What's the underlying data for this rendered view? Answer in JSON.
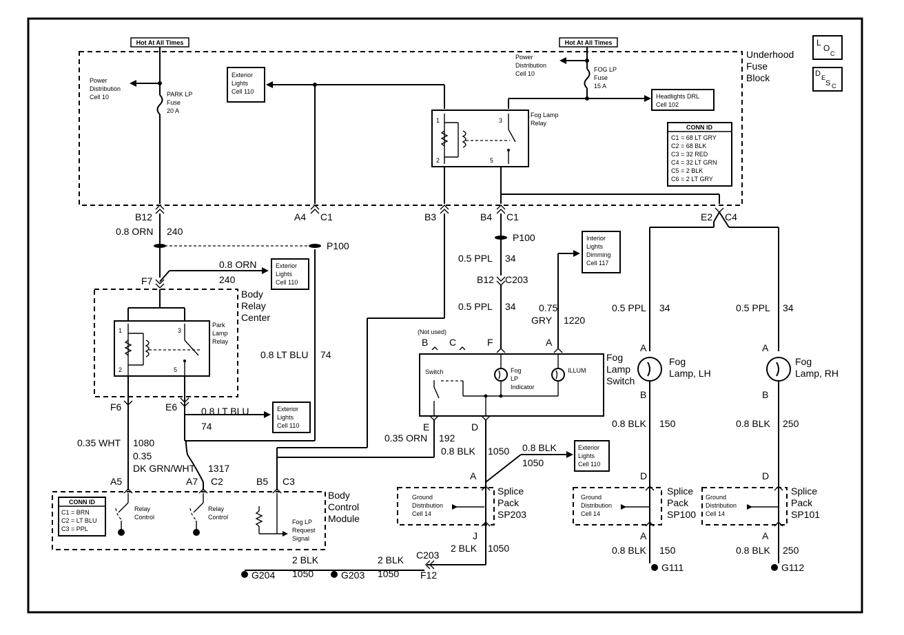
{
  "tags": {
    "hot_left": "Hot At All Times",
    "hot_right": "Hot At All Times"
  },
  "loc": {
    "l": "L",
    "o": "O",
    "c": "C"
  },
  "desc": {
    "d": "D",
    "e": "E",
    "s": "S",
    "c": "C"
  },
  "fuse_block": {
    "title": [
      "Underhood",
      "Fuse",
      "Block"
    ],
    "park_fuse": [
      "PARK LP",
      "Fuse",
      "20 A"
    ],
    "fog_fuse": [
      "FOG LP",
      "Fuse",
      "15 A"
    ],
    "power_left": [
      "Power",
      "Distribution",
      "Cell 10"
    ],
    "power_right": [
      "Power",
      "Distribution",
      "Cell 10"
    ],
    "exterior_top": [
      "Exterior",
      "Lights",
      "Cell 110"
    ],
    "headlights_drl": [
      "Headlights DRL",
      "Cell 102"
    ],
    "fog_relay": [
      "Fog Lamp",
      "Relay"
    ],
    "relay_pins": [
      "1",
      "2",
      "3",
      "5"
    ],
    "conn_id": {
      "title": "CONN ID",
      "rows": [
        "C1 = 68 LT GRY",
        "C2 = 68 BLK",
        "C3 = 32 RED",
        "C4 = 32 LT GRN",
        "C5 = 2 BLK",
        "C6 = 2 LT GRY"
      ]
    }
  },
  "connectors": {
    "b12": "B12",
    "a4": "A4",
    "c1_left": "C1",
    "b3": "B3",
    "b4": "B4",
    "c1_mid": "C1",
    "e2": "E2",
    "c4": "C4",
    "p100_left": "P100",
    "p100_mid": "P100",
    "f7": "F7",
    "f6": "F6",
    "e6": "E6",
    "b12_c203": "B12",
    "c203": "C203",
    "a5": "A5",
    "a7": "A7",
    "c2": "C2",
    "b5": "B5",
    "c3": "C3",
    "switch_b": "B",
    "switch_c": "C",
    "switch_f": "F",
    "switch_a": "A",
    "not_used": "(Not used)",
    "switch_e": "E",
    "switch_d": "D",
    "sp203_a": "A",
    "sp203_j": "J",
    "c203_bottom": "C203",
    "f12": "F12",
    "fog_lh_a": "A",
    "fog_lh_b": "B",
    "fog_rh_a": "A",
    "fog_rh_b": "B",
    "sp100_d": "D",
    "sp100_a": "A",
    "sp101_d": "D",
    "sp101_a": "A"
  },
  "wires": {
    "orn240_color": "0.8 ORN",
    "orn240_num": "240",
    "orn240b_color": "0.8 ORN",
    "orn240b_num": "240",
    "ltblu74_color": "0.8 LT BLU",
    "ltblu74_num": "74",
    "ltblu74b_color": "0.8 LT BLU",
    "ltblu74b_num": "74",
    "ppl34a_color": "0.5 PPL",
    "ppl34a_num": "34",
    "ppl34b_color": "0.5 PPL",
    "ppl34b_num": "34",
    "gry_color1": "0.75",
    "gry_color2": "GRY",
    "gry_num": "1220",
    "ppl34c_color": "0.5 PPL",
    "ppl34c_num": "34",
    "ppl34d_color": "0.5 PPL",
    "ppl34d_num": "34",
    "wht_color": "0.35 WHT",
    "wht_num": "1080",
    "dkgrn_color1": "0.35",
    "dkgrn_color2": "DK GRN/WHT",
    "dkgrn_num": "1317",
    "orn192_color": "0.35 ORN",
    "orn192_num": "192",
    "blk1050a_color": "0.8 BLK",
    "blk1050a_num": "1050",
    "blk1050b_color": "0.8 BLK",
    "blk1050b_num": "1050",
    "blk150_color": "0.8 BLK",
    "blk150_num": "150",
    "blk250_color": "0.8 BLK",
    "blk250_num": "250",
    "blk1050c_color": "2 BLK",
    "blk1050c_num": "1050",
    "blk1050d_color": "2 BLK",
    "blk1050d_num": "1050",
    "blk1050e_color": "2 BLK",
    "blk1050e_num": "1050",
    "blk150b_color": "0.8 BLK",
    "blk150b_num": "150",
    "blk250b_color": "0.8 BLK",
    "blk250b_num": "250"
  },
  "body_relay": {
    "title": [
      "Body",
      "Relay",
      "Center"
    ],
    "relay": [
      "Park",
      "Lamp",
      "Relay"
    ],
    "pins": [
      "1",
      "2",
      "3",
      "5"
    ]
  },
  "refs": {
    "exterior_mid": [
      "Exterior",
      "Lights",
      "Cell 110"
    ],
    "exterior_low": [
      "Exterior",
      "Lights",
      "Cell 110"
    ],
    "exterior_sp": [
      "Exterior",
      "Lights",
      "Cell 110"
    ],
    "interior_dim": [
      "Interior",
      "Lights",
      "Dimming",
      "Cell 117"
    ]
  },
  "fog_switch": {
    "title": [
      "Fog",
      "Lamp",
      "Switch"
    ],
    "switch": "Switch",
    "indicator": [
      "Fog",
      "LP",
      "Indicator"
    ],
    "illum": "ILLUM"
  },
  "bcm": {
    "title": [
      "Body",
      "Control",
      "Module"
    ],
    "relay_ctrl_1": [
      "Relay",
      "Control"
    ],
    "relay_ctrl_2": [
      "Relay",
      "Control"
    ],
    "fog_request": [
      "Fog LP",
      "Request",
      "Signal"
    ],
    "conn_id": {
      "title": "CONN ID",
      "rows": [
        "C1 = BRN",
        "C2 = LT BLU",
        "C3 = PPL"
      ]
    }
  },
  "lamps": {
    "lh": [
      "Fog",
      "Lamp, LH"
    ],
    "rh": [
      "Fog",
      "Lamp, RH"
    ]
  },
  "splices": {
    "sp203": [
      "Splice",
      "Pack",
      "SP203"
    ],
    "sp100": [
      "Splice",
      "Pack",
      "SP100"
    ],
    "sp101": [
      "Splice",
      "Pack",
      "SP101"
    ],
    "ground_dist_1": [
      "Ground",
      "Distribution",
      "Cell 14"
    ],
    "ground_dist_2": [
      "Ground",
      "Distribution",
      "Cell 14"
    ],
    "ground_dist_3": [
      "Ground",
      "Distribution",
      "Cell 14"
    ]
  },
  "grounds": {
    "g204": "G204",
    "g203": "G203",
    "g111": "G111",
    "g112": "G112"
  }
}
